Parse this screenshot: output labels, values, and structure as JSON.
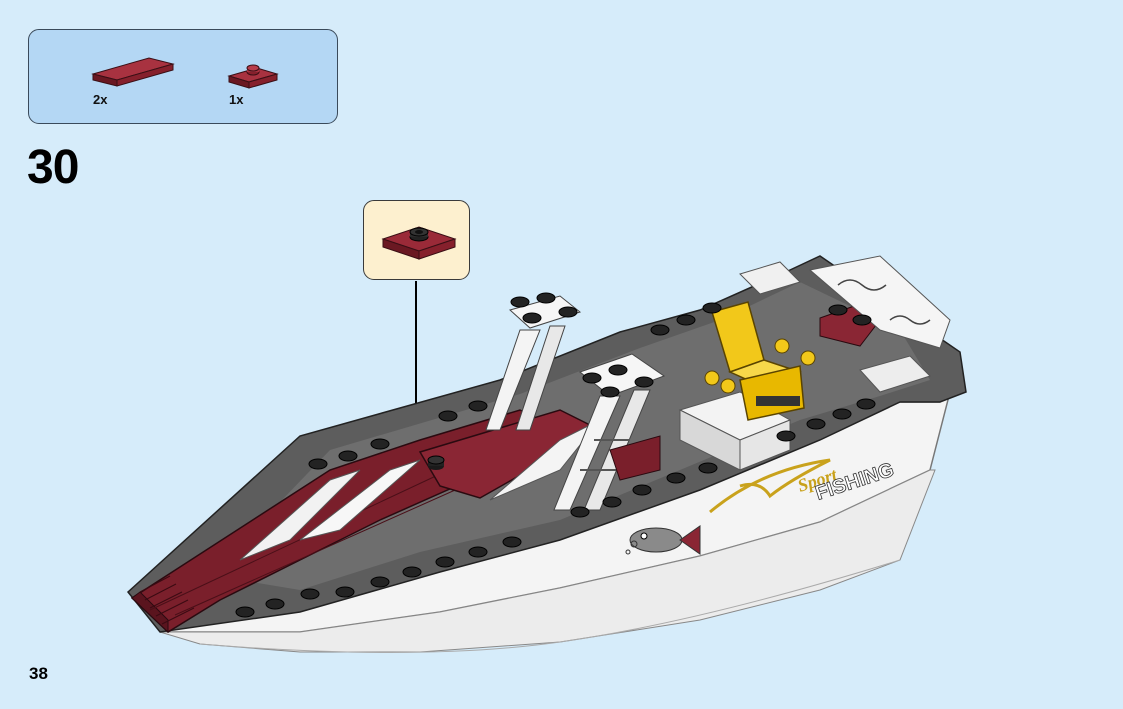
{
  "step": {
    "number": "30"
  },
  "parts_list": [
    {
      "name": "plate-1x4-dark-red",
      "quantity": "2x"
    },
    {
      "name": "plate-1x2-jumper-dark-red",
      "quantity": "1x"
    }
  ],
  "callout": {
    "part": "plate-1x2-jumper-dark-red"
  },
  "boat_decal": {
    "line1": "Sport",
    "line2": "FISHING"
  },
  "page": {
    "number": "38"
  },
  "colors": {
    "background": "#d6ecfa",
    "parts_box": "#b4d7f4",
    "callout_box": "#fdf0cf",
    "dark_red": "#7a1f2b",
    "hull_white": "#f4f4f4",
    "deck_gray": "#5d5d5d",
    "stud_black": "#232323",
    "seat_yellow": "#f2c81a",
    "decal_gold": "#c9a21c"
  }
}
